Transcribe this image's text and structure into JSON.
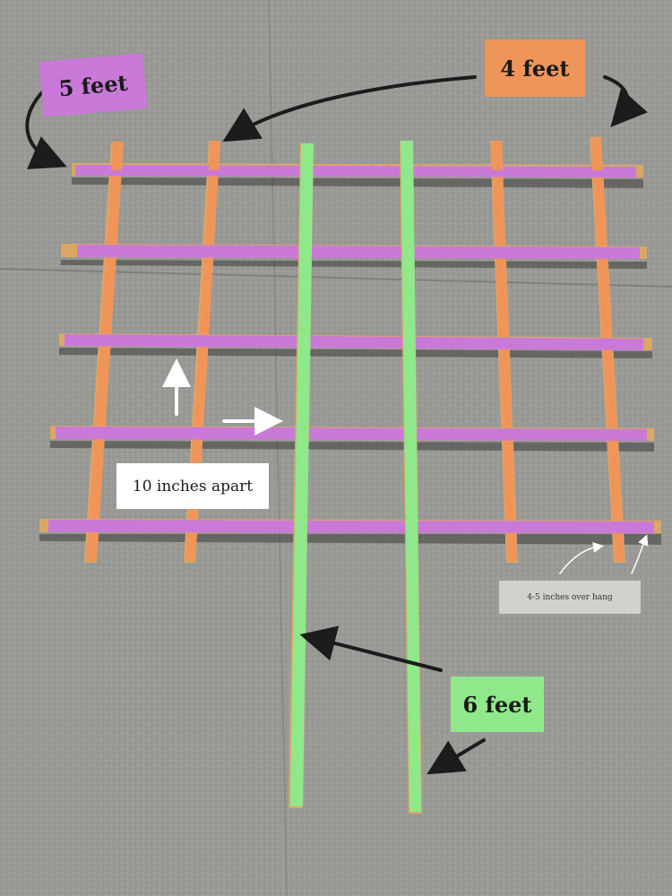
{
  "labels": {
    "vertical_outer": "5 feet",
    "vertical_inner": "4 feet",
    "vertical_center": "6 feet",
    "spacing": "10 inches apart",
    "overhang": "4-5 inches over hang"
  },
  "colors": {
    "ground": "#9a9a96",
    "horizontal_board": "#c97ad8",
    "orange_board": "#f0955a",
    "green_board": "#8fe88a",
    "wood": "#d9a866",
    "arrow_dark": "#1c1c1c",
    "arrow_light": "#ffffff",
    "label_white": "#ffffff",
    "label_overhang": "#dcdcd6"
  }
}
